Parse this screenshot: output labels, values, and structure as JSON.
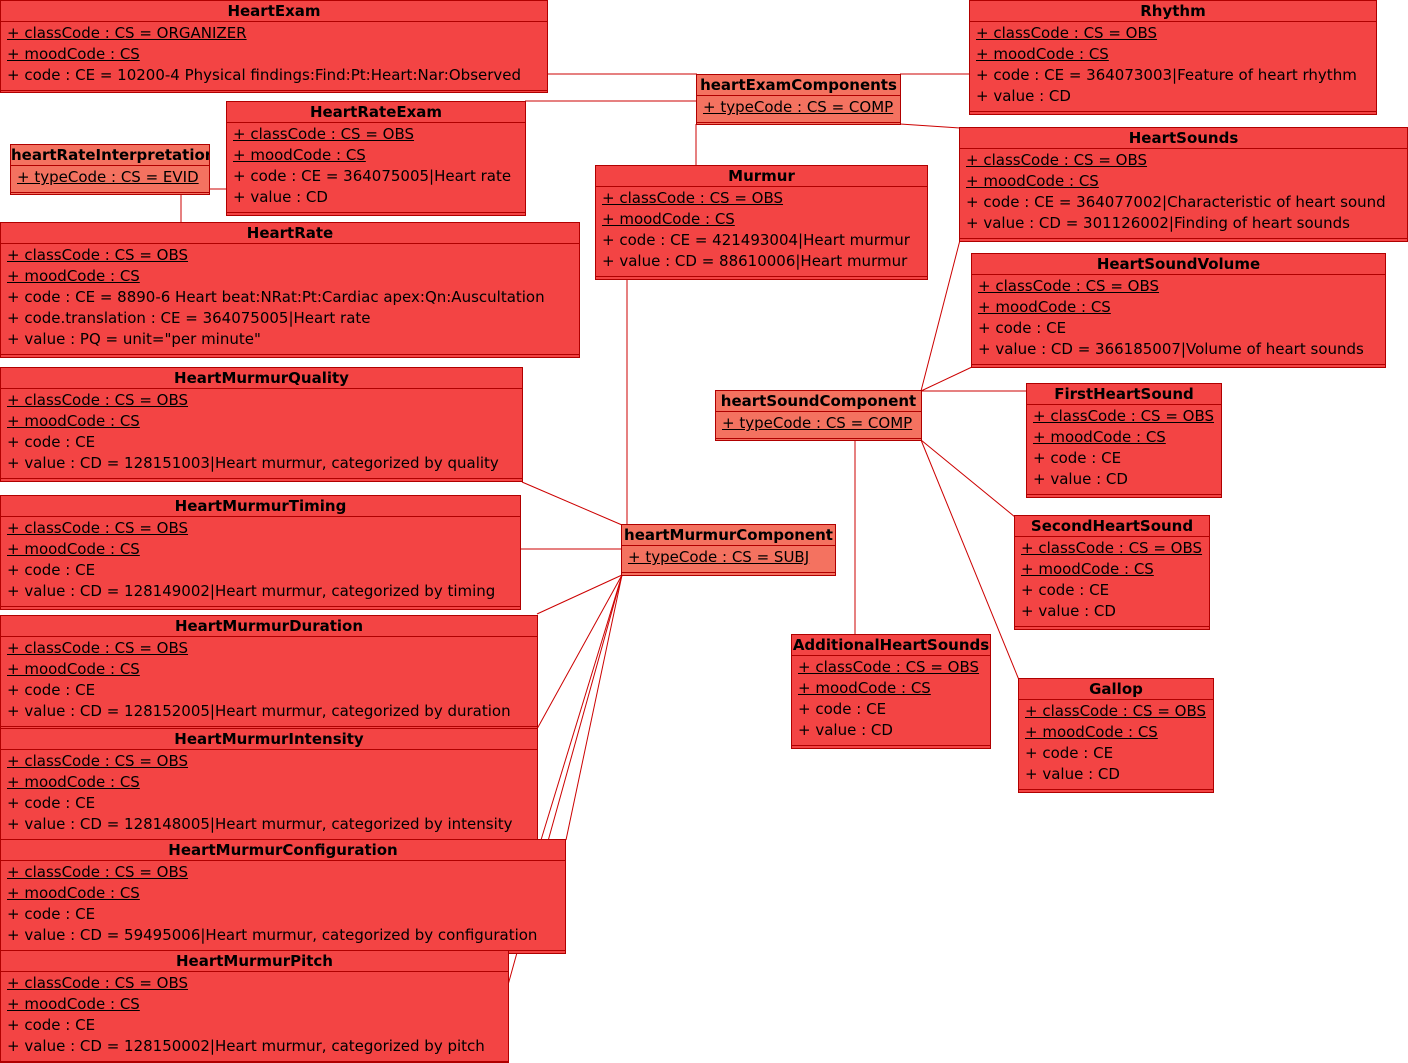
{
  "classes": {
    "heart_exam": {
      "name": "HeartExam",
      "attrs": [
        "+ classCode : CS = ORGANIZER",
        "+ moodCode : CS",
        "+ code : CE = 10200-4 Physical findings:Find:Pt:Heart:Nar:Observed"
      ]
    },
    "rhythm": {
      "name": "Rhythm",
      "attrs": [
        "+ classCode : CS = OBS",
        "+ moodCode : CS",
        "+ code : CE = 364073003|Feature of heart rhythm",
        "+ value : CD"
      ]
    },
    "heart_exam_components": {
      "name": "heartExamComponents",
      "attrs": [
        "+ typeCode : CS = COMP"
      ]
    },
    "heart_rate_exam": {
      "name": "HeartRateExam",
      "attrs": [
        "+ classCode : CS = OBS",
        "+ moodCode : CS",
        "+ code : CE = 364075005|Heart rate",
        "+ value : CD"
      ]
    },
    "heart_rate_interpretation": {
      "name": "heartRateInterpretation",
      "attrs": [
        "+ typeCode : CS = EVID"
      ]
    },
    "heart_sounds": {
      "name": "HeartSounds",
      "attrs": [
        "+ classCode : CS = OBS",
        "+ moodCode : CS",
        "+ code : CE = 364077002|Characteristic of heart sound",
        "+ value : CD = 301126002|Finding of heart sounds"
      ]
    },
    "murmur": {
      "name": "Murmur",
      "attrs": [
        "+ classCode : CS = OBS",
        "+ moodCode : CS",
        "+ code : CE = 421493004|Heart murmur",
        "+ value : CD = 88610006|Heart murmur"
      ]
    },
    "heart_rate": {
      "name": "HeartRate",
      "attrs": [
        "+ classCode : CS = OBS",
        "+ moodCode : CS",
        "+ code : CE = 8890-6  Heart beat:NRat:Pt:Cardiac apex:Qn:Auscultation",
        "+ code.translation : CE = 364075005|Heart rate",
        "+ value : PQ = unit=\"per minute\""
      ]
    },
    "heart_sound_volume": {
      "name": "HeartSoundVolume",
      "attrs": [
        "+ classCode : CS = OBS",
        "+ moodCode : CS",
        "+ code : CE",
        "+ value : CD = 366185007|Volume of heart sounds"
      ]
    },
    "heart_murmur_quality": {
      "name": "HeartMurmurQuality",
      "attrs": [
        "+ classCode : CS = OBS",
        "+ moodCode : CS",
        "+ code : CE",
        "+ value : CD = 128151003|Heart murmur, categorized by quality"
      ]
    },
    "heart_sound_component": {
      "name": "heartSoundComponent",
      "attrs": [
        "+ typeCode : CS = COMP"
      ]
    },
    "first_heart_sound": {
      "name": "FirstHeartSound",
      "attrs": [
        "+ classCode : CS = OBS",
        "+ moodCode : CS",
        "+ code : CE",
        "+ value : CD"
      ]
    },
    "heart_murmur_timing": {
      "name": "HeartMurmurTiming",
      "attrs": [
        "+ classCode : CS = OBS",
        "+ moodCode : CS",
        "+ code : CE",
        "+ value : CD = 128149002|Heart murmur, categorized by timing"
      ]
    },
    "heart_murmur_component": {
      "name": "heartMurmurComponent",
      "attrs": [
        "+ typeCode : CS = SUBJ"
      ]
    },
    "second_heart_sound": {
      "name": "SecondHeartSound",
      "attrs": [
        "+ classCode : CS = OBS",
        "+ moodCode : CS",
        "+ code : CE",
        "+ value : CD"
      ]
    },
    "heart_murmur_duration": {
      "name": "HeartMurmurDuration",
      "attrs": [
        "+ classCode : CS = OBS",
        "+ moodCode : CS",
        "+ code : CE",
        "+ value : CD = 128152005|Heart murmur, categorized by duration"
      ]
    },
    "additional_heart_sounds": {
      "name": "AdditionalHeartSounds",
      "attrs": [
        "+ classCode : CS = OBS",
        "+ moodCode : CS",
        "+ code : CE",
        "+ value : CD"
      ]
    },
    "gallop": {
      "name": "Gallop",
      "attrs": [
        "+ classCode : CS = OBS",
        "+ moodCode : CS",
        "+ code : CE",
        "+ value : CD"
      ]
    },
    "heart_murmur_intensity": {
      "name": "HeartMurmurIntensity",
      "attrs": [
        "+ classCode : CS = OBS",
        "+ moodCode : CS",
        "+ code : CE",
        "+ value : CD = 128148005|Heart murmur, categorized by intensity"
      ]
    },
    "heart_murmur_configuration": {
      "name": "HeartMurmurConfiguration",
      "attrs": [
        "+ classCode : CS = OBS",
        "+ moodCode : CS",
        "+ code : CE",
        "+ value : CD = 59495006|Heart murmur, categorized by configuration"
      ]
    },
    "heart_murmur_pitch": {
      "name": "HeartMurmurPitch",
      "attrs": [
        "+ classCode : CS = OBS",
        "+ moodCode : CS",
        "+ code : CE",
        "+ value : CD = 128150002|Heart murmur, categorized by pitch"
      ]
    }
  },
  "colors": {
    "class_fill": "#f34444",
    "association_fill": "#f47260",
    "border": "#b00000",
    "connector": "#cc0000"
  }
}
